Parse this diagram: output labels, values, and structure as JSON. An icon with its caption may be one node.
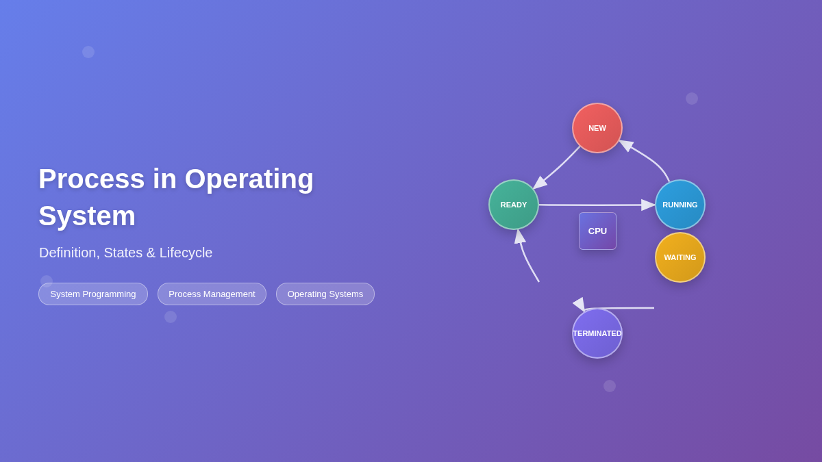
{
  "diagram": {
    "title": "Process in Operating System",
    "nodes": [
      {
        "text": [
          "NEW"
        ]
      },
      {
        "text": [
          "READY"
        ]
      },
      {
        "text": [
          "RUNNING"
        ]
      },
      {
        "text": [
          "CPU"
        ]
      },
      {
        "text": [
          "WAITING"
        ]
      },
      {
        "text": [
          "TERMINATED"
        ]
      },
      {
        "text": [
          "System Programming"
        ]
      },
      {
        "text": [
          "Process Management"
        ]
      },
      {
        "text": [
          "Operating Systems"
        ]
      }
    ],
    "edges": [
      {
        "from": 0,
        "to": 1,
        "arrow": "to"
      },
      {
        "from": 1,
        "to": 2,
        "arrow": "to"
      },
      {
        "from": 2,
        "to": 0,
        "arrow": "to"
      },
      {
        "from": null,
        "to": 1,
        "arrow": "to"
      },
      {
        "from": null,
        "to": 5,
        "arrow": "to"
      }
    ],
    "labels": [
      "Definition, States & Lifecycle"
    ]
  }
}
